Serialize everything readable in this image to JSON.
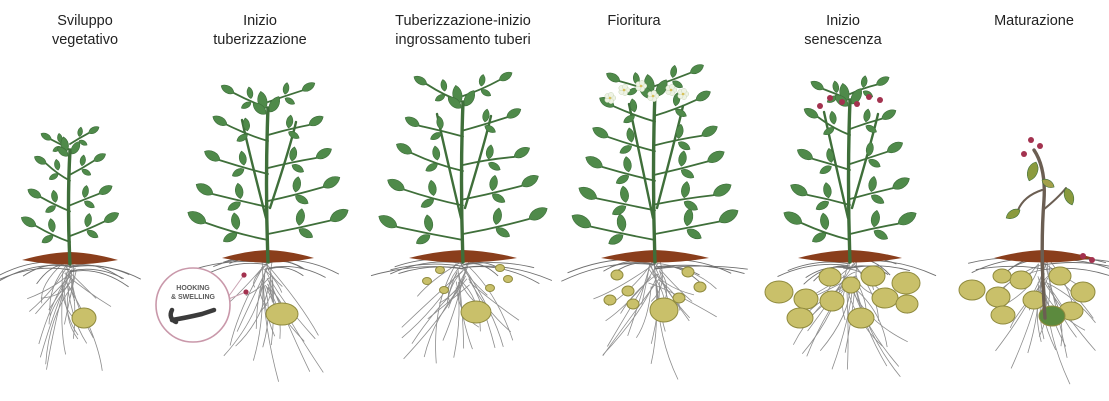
{
  "stages": [
    {
      "line1": "Sviluppo",
      "line2": "vegetativo"
    },
    {
      "line1": "Inizio",
      "line2": "tuberizzazione"
    },
    {
      "line1": "Tuberizzazione-inizio",
      "line2": "ingrossamento tuberi"
    },
    {
      "line1": "Fioritura",
      "line2": ""
    },
    {
      "line1": "Inizio",
      "line2": "senescenza"
    },
    {
      "line1": "Maturazione",
      "line2": ""
    }
  ],
  "inset": {
    "line1": "HOOKING",
    "line2": "& SWELLING"
  },
  "colors": {
    "leaf": "#4f8a4a",
    "leaf_dark": "#3d6e3a",
    "leaf_yellow": "#8a9a3e",
    "stem": "#3f6f3a",
    "soil": "#8a3e1c",
    "tuber": "#c9c06a",
    "tuber_edge": "#8f8a3e",
    "root": "#8c8c8c",
    "flower": "#eef3e4",
    "berry": "#a3324f",
    "dead_stem": "#6b5e52"
  }
}
